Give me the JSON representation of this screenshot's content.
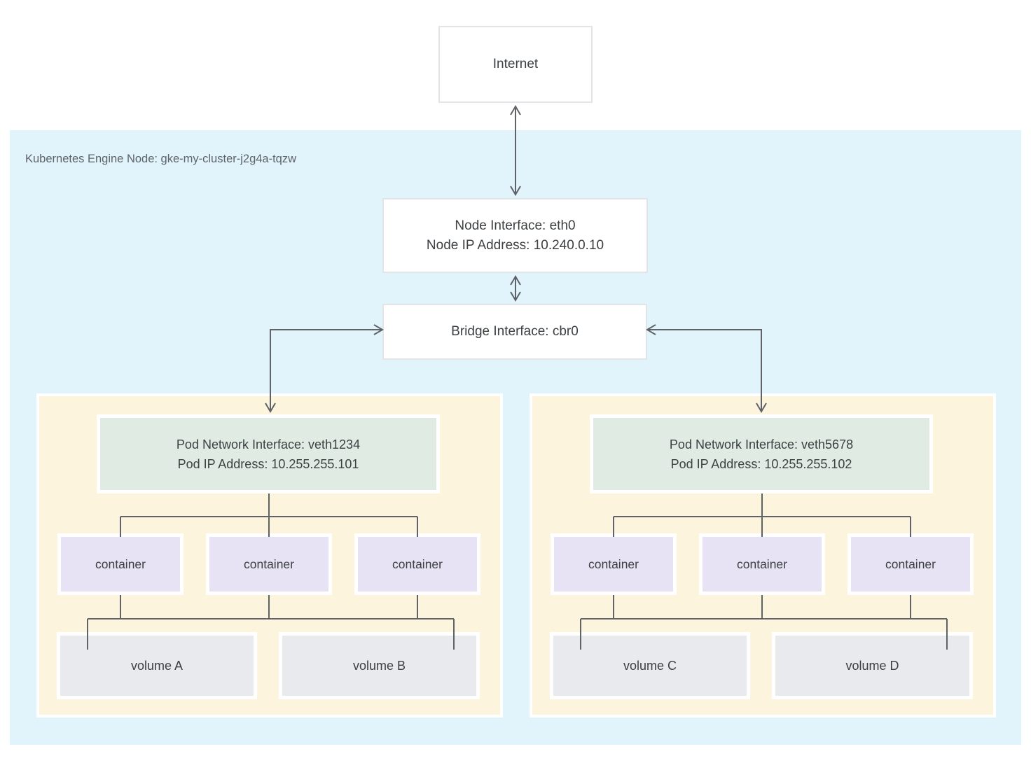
{
  "internet": {
    "label": "Internet"
  },
  "region": {
    "label": "Kubernetes Engine Node: gke-my-cluster-j2g4a-tqzw"
  },
  "node_interface": {
    "line1": "Node Interface: eth0",
    "line2": "Node IP Address: 10.240.0.10"
  },
  "bridge_interface": {
    "label": "Bridge Interface: cbr0"
  },
  "pods": [
    {
      "interface": {
        "line1": "Pod Network Interface: veth1234",
        "line2": "Pod IP Address: 10.255.255.101"
      },
      "containers": [
        "container",
        "container",
        "container"
      ],
      "volumes": [
        "volume A",
        "volume B"
      ]
    },
    {
      "interface": {
        "line1": "Pod Network Interface: veth5678",
        "line2": "Pod IP Address: 10.255.255.102"
      },
      "containers": [
        "container",
        "container",
        "container"
      ],
      "volumes": [
        "volume C",
        "volume D"
      ]
    }
  ],
  "colors": {
    "region_bg": "#e1f4fc",
    "pod_bg": "#fcf4dc",
    "pod_interface_bg": "#e0ece3",
    "container_bg": "#e7e3f4",
    "volume_bg": "#e8eaed",
    "box_border": "#e3e4e6",
    "connector": "#5f6368",
    "text": "#3c4043",
    "region_label_text": "#5f6368"
  }
}
